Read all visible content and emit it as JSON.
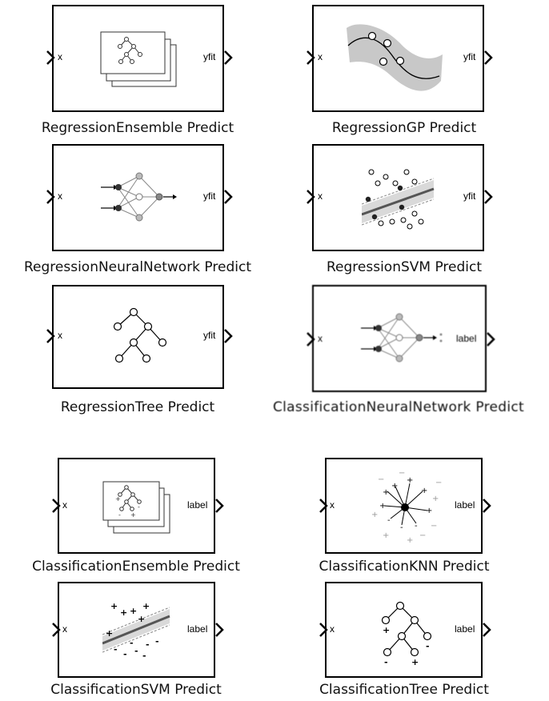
{
  "blocks": [
    {
      "caption": "RegressionEnsemble Predict",
      "input": "x",
      "output": "yfit",
      "icon": "ensemble-trees-icon"
    },
    {
      "caption": "RegressionGP Predict",
      "input": "x",
      "output": "yfit",
      "icon": "gaussian-process-icon"
    },
    {
      "caption": "RegressionNeuralNetwork Predict",
      "input": "x",
      "output": "yfit",
      "icon": "neural-network-icon"
    },
    {
      "caption": "RegressionSVM Predict",
      "input": "x",
      "output": "yfit",
      "icon": "svm-regression-icon"
    },
    {
      "caption": "RegressionTree Predict",
      "input": "x",
      "output": "yfit",
      "icon": "decision-tree-icon"
    },
    {
      "caption": "ClassificationNeuralNetwork Predict",
      "input": "x",
      "output": "label",
      "icon": "neural-network-icon"
    },
    {
      "caption": "ClassificationEnsemble Predict",
      "input": "x",
      "output": "label",
      "icon": "ensemble-trees-icon"
    },
    {
      "caption": "ClassificationKNN Predict",
      "input": "x",
      "output": "label",
      "icon": "knn-icon"
    },
    {
      "caption": "ClassificationSVM Predict",
      "input": "x",
      "output": "label",
      "icon": "svm-classification-icon"
    },
    {
      "caption": "ClassificationTree Predict",
      "input": "x",
      "output": "label",
      "icon": "classification-tree-icon"
    }
  ]
}
